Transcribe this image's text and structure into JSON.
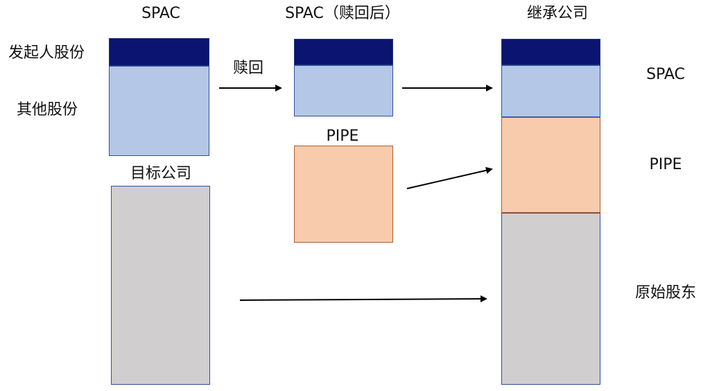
{
  "headers": {
    "spac": "SPAC",
    "spac_after": "SPAC（赎回后）",
    "successor": "继承公司"
  },
  "left_labels": {
    "founder": "发起人股份",
    "other": "其他股份"
  },
  "mid_labels": {
    "redeem": "赎回",
    "pipe": "PIPE",
    "target": "目标公司"
  },
  "right_labels": {
    "spac": "SPAC",
    "pipe": "PIPE",
    "original": "原始股东"
  },
  "colors": {
    "founder": "#0b1470",
    "other": "#b4c7e7",
    "pipe": "#f8cbad",
    "target": "#d0cece",
    "arrow": "#000000"
  }
}
